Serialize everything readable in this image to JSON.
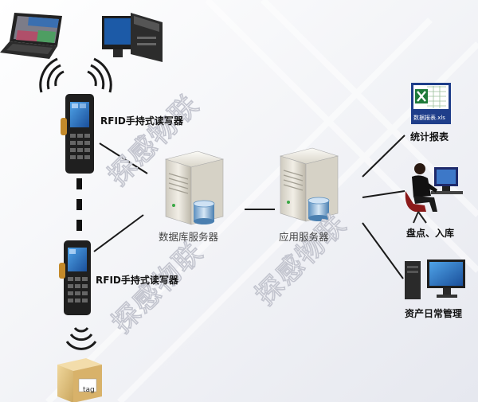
{
  "nodes": {
    "reader_top_label": "RFID手持式读写器",
    "reader_bottom_label": "RFID手持式读写器",
    "db_server_label": "数据库服务器",
    "app_server_label": "应用服务器",
    "report_label": "统计报表",
    "report_file_caption": "数据报表.xls",
    "checkin_label": "盘点、入库",
    "asset_label": "资产日常管理",
    "tag_label": "tag"
  },
  "watermark": {
    "text_1": "探感物联",
    "text_2": "探感物联",
    "text_3": "探感物联"
  },
  "colors": {
    "background": "#f2f3f7",
    "line": "#1a1a1a",
    "server_body": "#e9e6dd",
    "monitor_blue": "#2f6fb6",
    "excel_green": "#1f7a3a",
    "box_tan": "#e4c98a"
  }
}
